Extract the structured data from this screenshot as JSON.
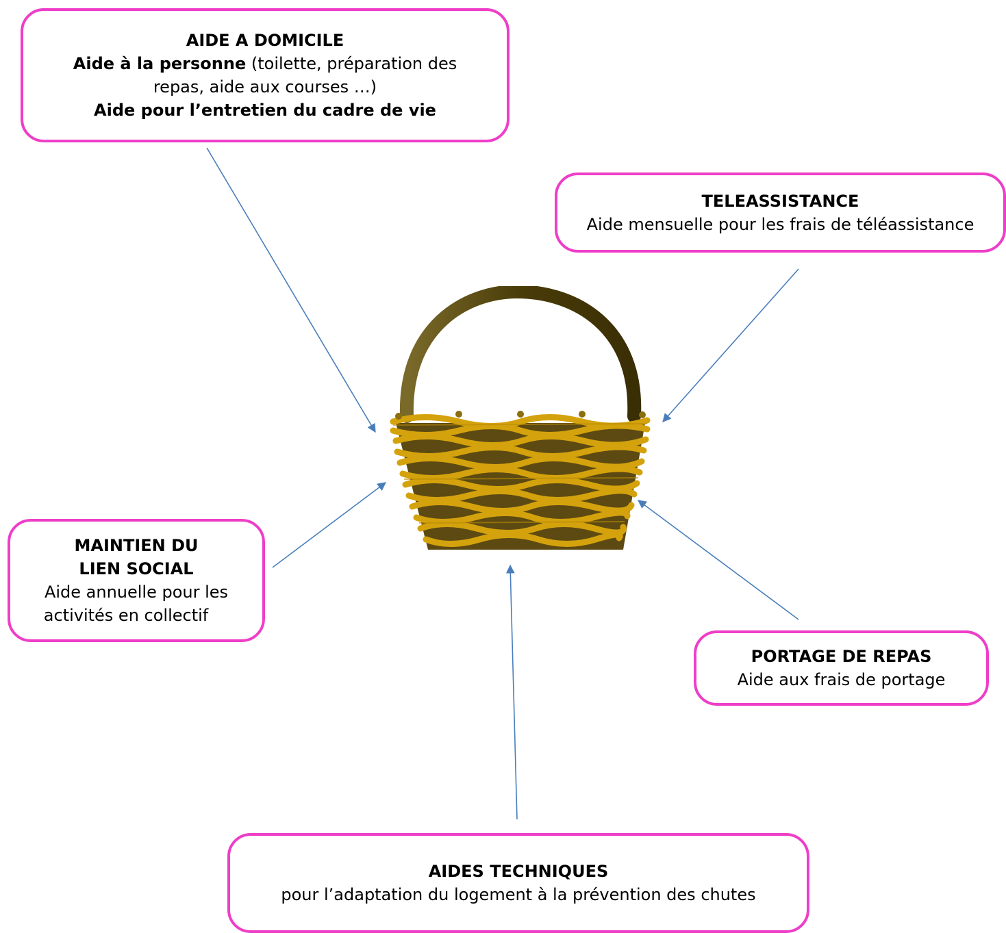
{
  "boxes": {
    "aide_domicile": {
      "title": "AIDE A DOMICILE",
      "line1_bold": "Aide à la personne",
      "line1_rest": " (toilette, préparation des repas, aide aux courses …)",
      "line2_bold": "Aide pour l’entretien du cadre de vie"
    },
    "teleassistance": {
      "title": "TELEASSISTANCE",
      "text": "Aide mensuelle pour les frais de téléassistance"
    },
    "maintien_lien_social": {
      "title_line1": "MAINTIEN DU",
      "title_line2": "LIEN SOCIAL",
      "text_line1": "Aide annuelle pour les",
      "text_line2": "activités en collectif"
    },
    "portage_repas": {
      "title": "PORTAGE DE REPAS",
      "text": "Aide aux frais de portage"
    },
    "aides_techniques": {
      "title": "AIDES TECHNIQUES",
      "text": "pour l’adaptation du logement à la prévention des chutes"
    }
  },
  "colors": {
    "box_border": "#ee3ec8",
    "arrow": "#4a7ebb",
    "basket_weave": "#d4a20c",
    "basket_handle": "#5a4a10"
  },
  "icons": [
    "basket-icon"
  ]
}
